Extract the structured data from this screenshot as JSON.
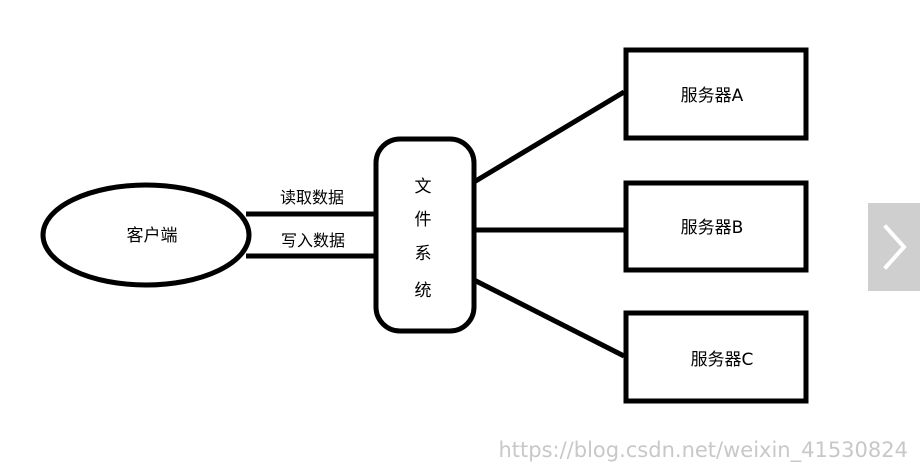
{
  "diagram": {
    "client": {
      "label": "客户端"
    },
    "file_system": {
      "chars": [
        "文",
        "件",
        "系",
        "统"
      ]
    },
    "edges": {
      "read_label": "读取数据",
      "write_label": "写入数据"
    },
    "servers": [
      {
        "label": "服务器A"
      },
      {
        "label": "服务器B"
      },
      {
        "label": "服务器C"
      }
    ]
  },
  "watermark": "https://blog.csdn.net/weixin_41530824",
  "nav": {
    "next_icon": "chevron-right-icon"
  },
  "colors": {
    "stroke": "#000000",
    "watermark": "#c8c8c8",
    "nav_bg": "#cfcfcf",
    "nav_icon": "#ffffff"
  }
}
